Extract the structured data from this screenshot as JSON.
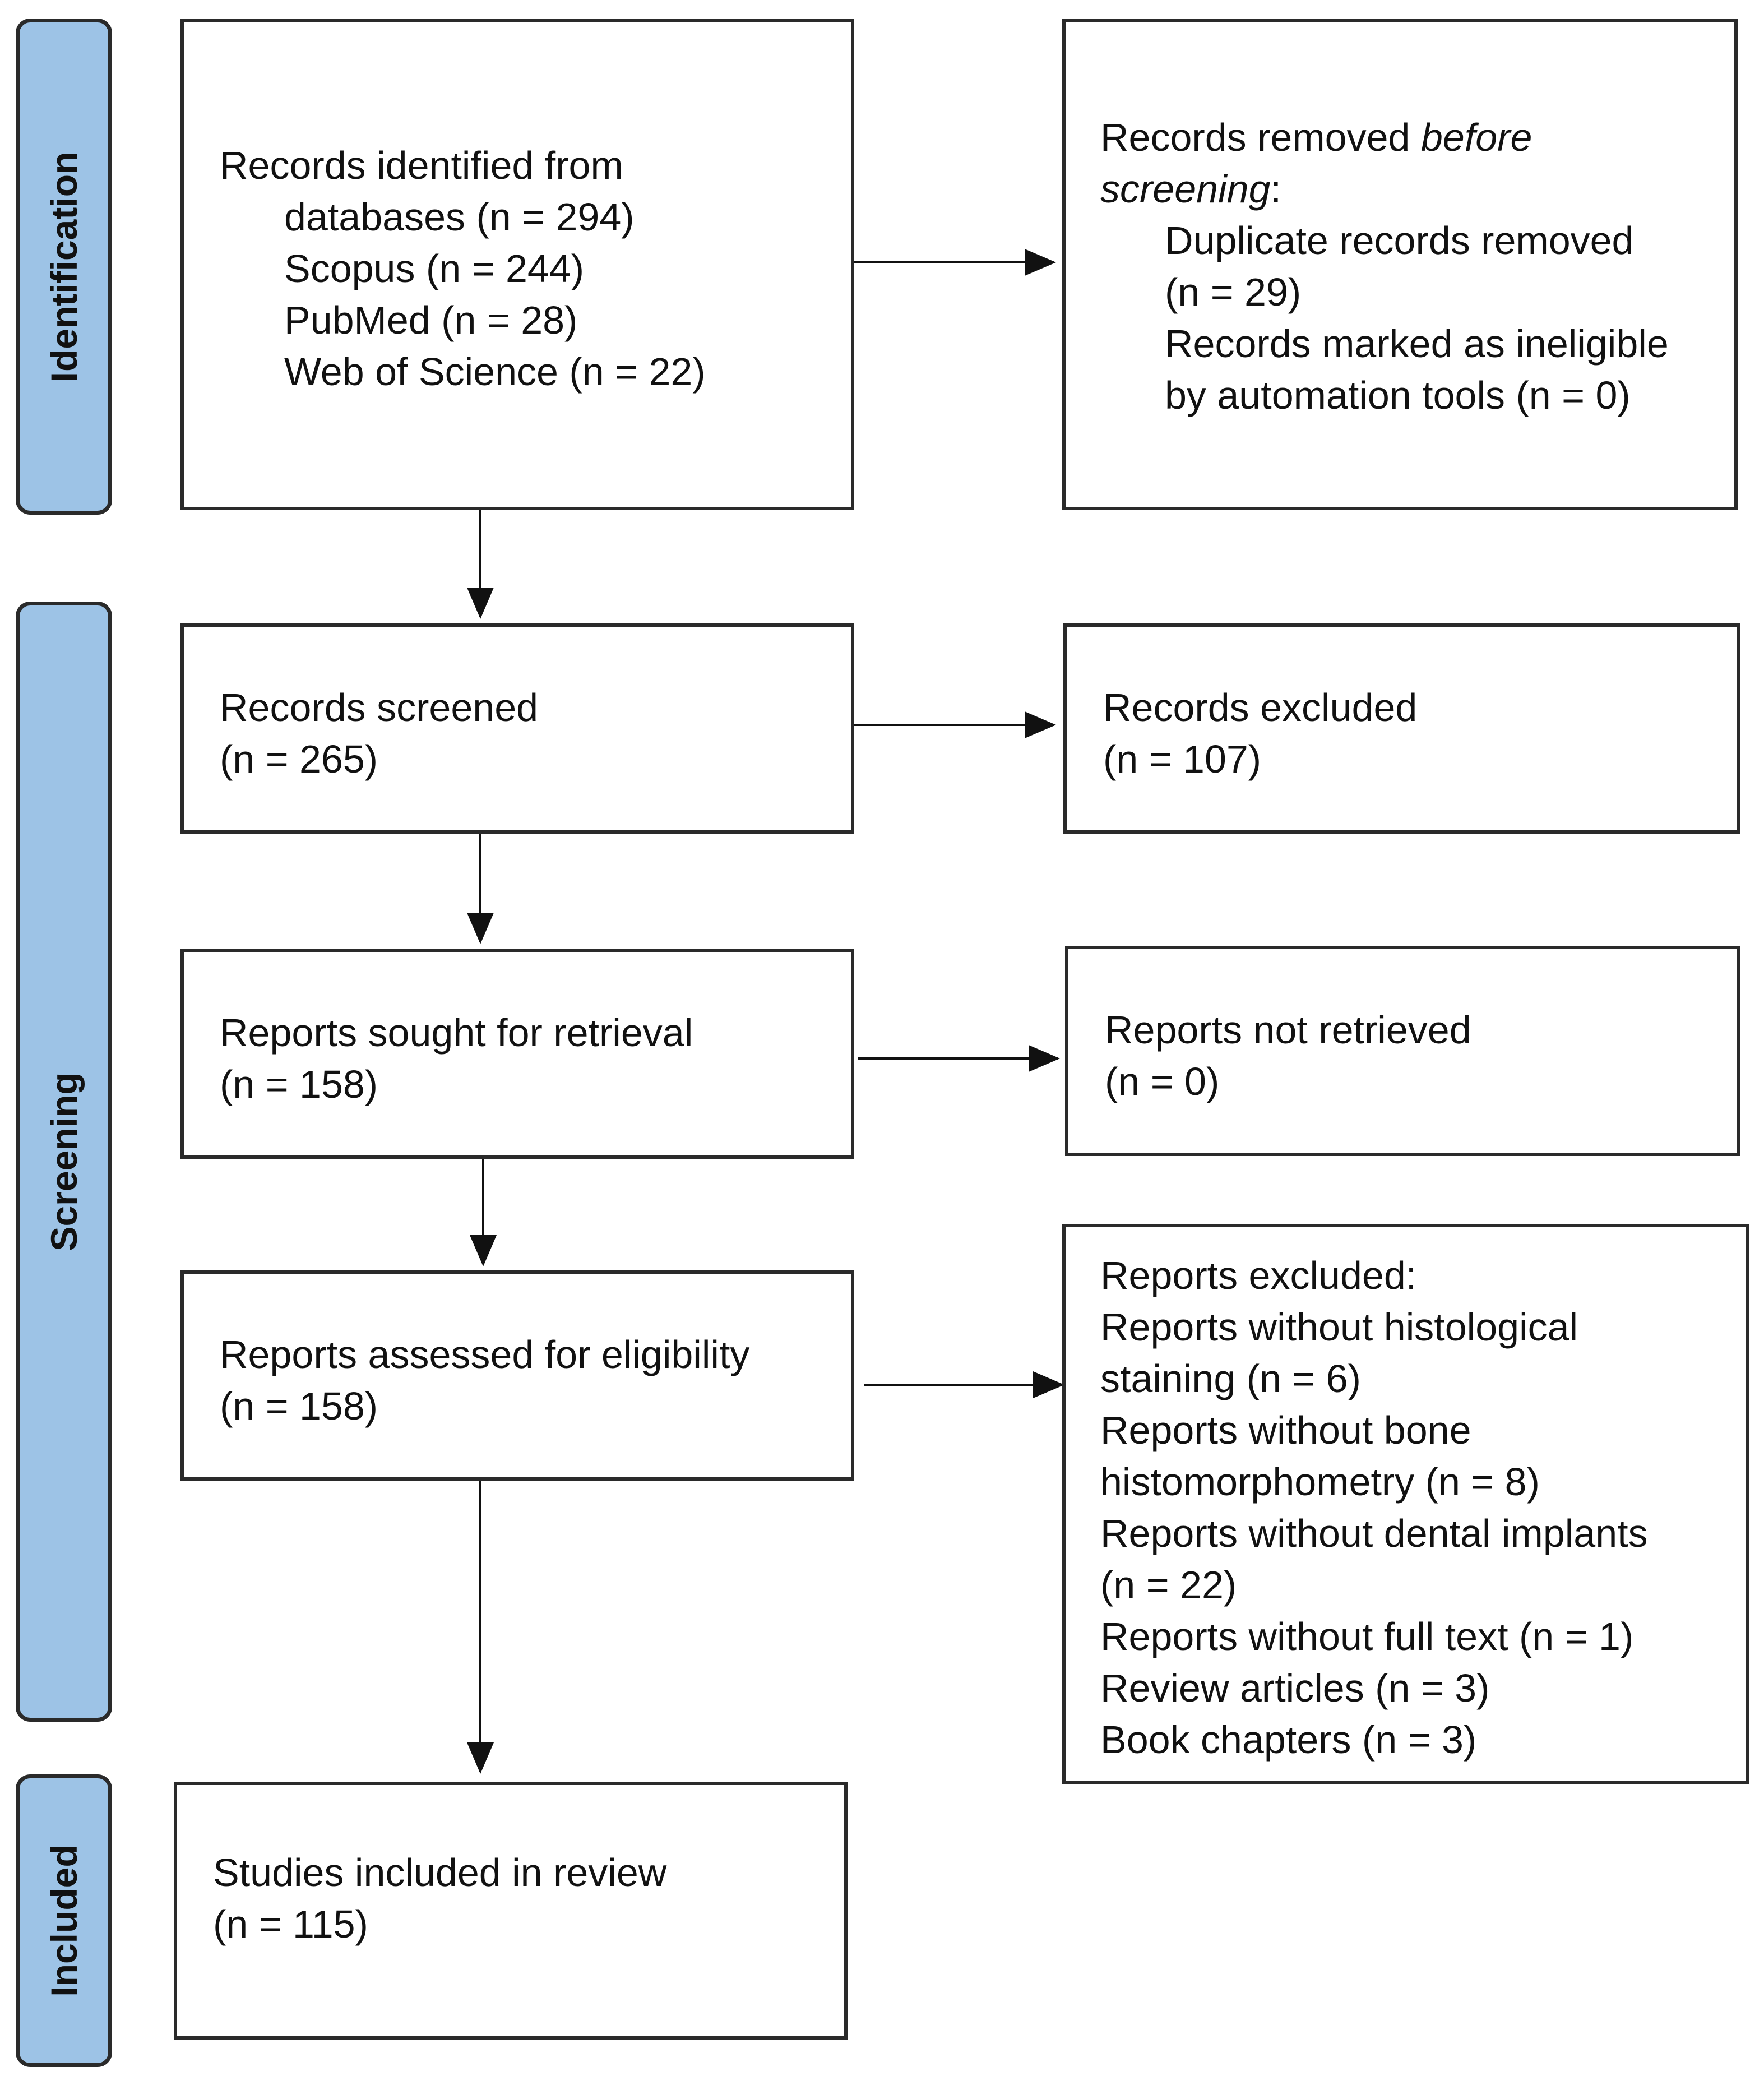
{
  "phases": {
    "identification": "Identification",
    "screening": "Screening",
    "included": "Included"
  },
  "identified": {
    "line1": "Records identified from",
    "line2": "databases (n = 294)",
    "line3": "Scopus (n = 244)",
    "line4": "PubMed (n = 28)",
    "line5": "Web of Science (n = 22)"
  },
  "removed": {
    "line1a": "Records removed ",
    "line1b": "before",
    "line2a": "screening",
    "line2b": ":",
    "line3": "Duplicate records removed",
    "line4": "(n = 29)",
    "line5": "Records marked as ineligible",
    "line6": "by automation tools (n = 0)"
  },
  "screened": {
    "line1": "Records screened",
    "line2": "(n = 265)"
  },
  "excluded": {
    "line1": "Records excluded",
    "line2": "(n = 107)"
  },
  "sought": {
    "line1": "Reports sought for retrieval",
    "line2": "(n = 158)"
  },
  "not_retrieved": {
    "line1": "Reports not retrieved",
    "line2": "(n = 0)"
  },
  "assessed": {
    "line1": "Reports assessed for eligibility",
    "line2": "(n = 158)"
  },
  "reports_excluded": {
    "line1": "Reports excluded:",
    "line2": "Reports without histological",
    "line3": "staining (n = 6)",
    "line4": "Reports without bone",
    "line5": "histomorphometry (n = 8)",
    "line6": "Reports without dental implants",
    "line7": "(n = 22)",
    "line8": "Reports without full text (n = 1)",
    "line9": "Review articles (n = 3)",
    "line10": "Book chapters (n = 3)"
  },
  "included": {
    "line1": "Studies included in review",
    "line2": "(n = 115)"
  }
}
